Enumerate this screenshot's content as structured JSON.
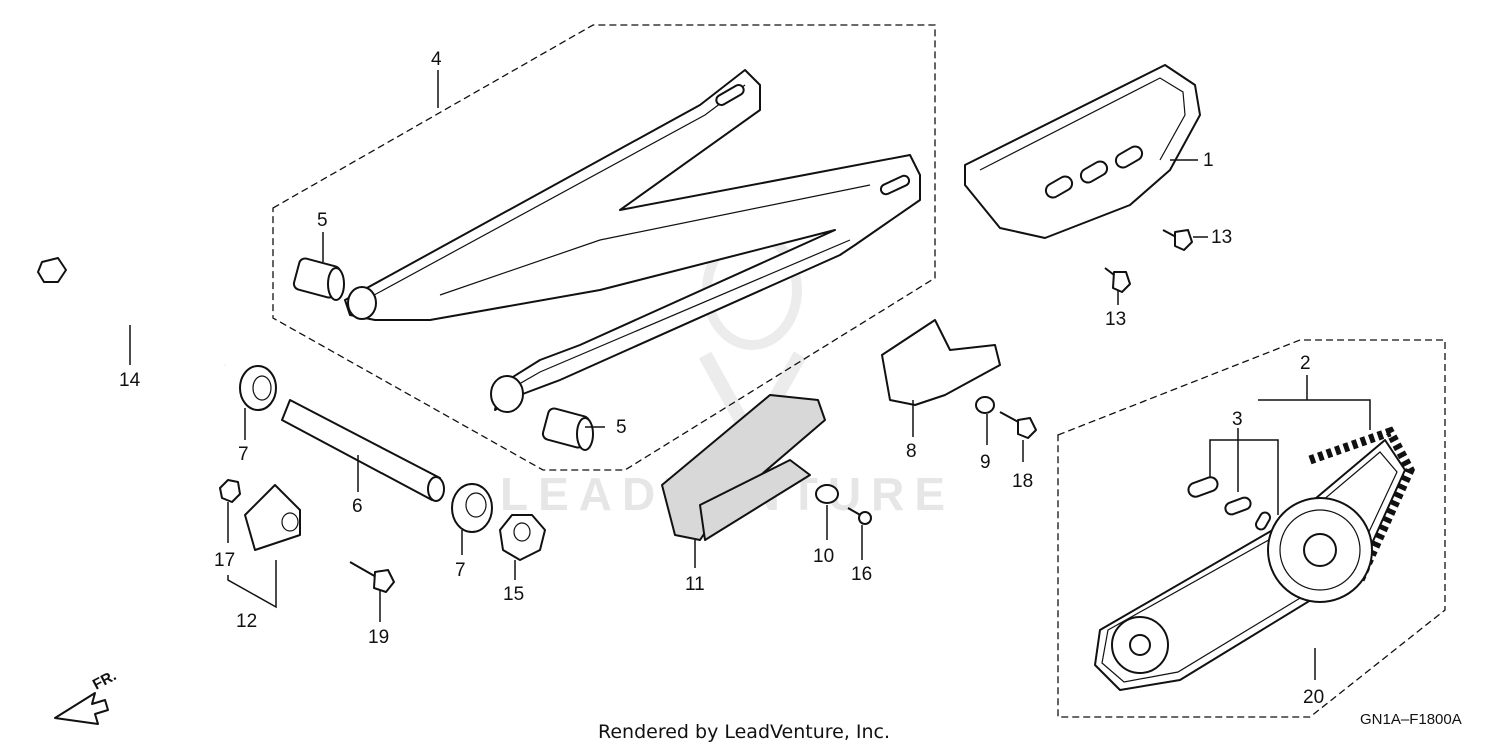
{
  "diagram": {
    "watermark_text": "LEADVENTURE",
    "rendered_by": "Rendered by LeadVenture, Inc.",
    "code": "GN1A–F1800A",
    "front_arrow_label": "FR.",
    "labels": [
      "1",
      "2",
      "3",
      "4",
      "5",
      "5",
      "6",
      "7",
      "7",
      "8",
      "9",
      "10",
      "11",
      "12",
      "13",
      "13",
      "14",
      "15",
      "16",
      "17",
      "18",
      "19",
      "20"
    ]
  }
}
